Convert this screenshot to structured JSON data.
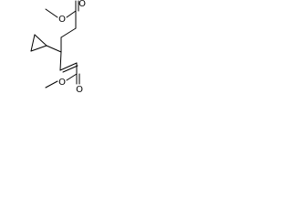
{
  "structure": {
    "atoms": {
      "upper_carbonyl_oxygen": "O",
      "upper_ester_oxygen": "O",
      "lower_carbonyl_oxygen": "O",
      "lower_ester_oxygen": "O"
    }
  },
  "colors": {
    "line": "#000000",
    "background": "#ffffff"
  }
}
